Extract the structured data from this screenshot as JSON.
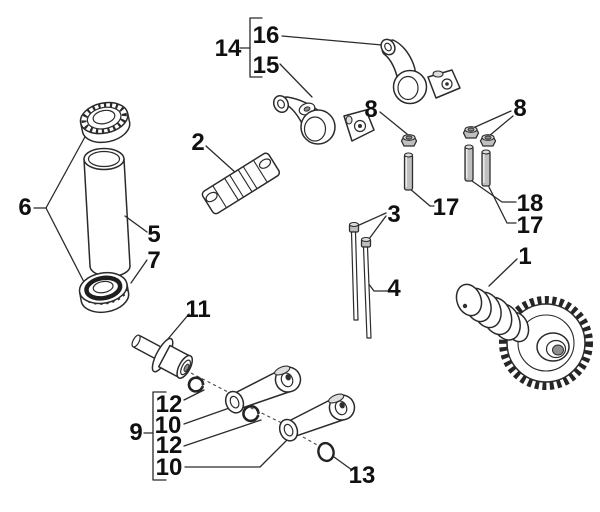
{
  "figure": {
    "type": "exploded-parts-diagram",
    "subject": "valvetrain components with camshaft gear, rocker arms, pushrods, studs and links",
    "background_color": "#ffffff",
    "line_color": "#2b2b2b",
    "metal_fill_color": "#bfbfbf",
    "label_color": "#101010",
    "part_numbers": [
      "1",
      "2",
      "3",
      "4",
      "5",
      "6",
      "7",
      "8",
      "9",
      "10",
      "11",
      "12",
      "13",
      "14",
      "15",
      "16",
      "17",
      "18"
    ]
  },
  "callouts": {
    "c1": "1",
    "c2": "2",
    "c3": "3",
    "c4": "4",
    "c5": "5",
    "c6": "6",
    "c7": "7",
    "c8a": "8",
    "c8b": "8",
    "c9": "9",
    "c10a": "10",
    "c10b": "10",
    "c11": "11",
    "c12a": "12",
    "c12b": "12",
    "c13": "13",
    "c14": "14",
    "c15": "15",
    "c16": "16",
    "c17a": "17",
    "c17b": "17",
    "c18": "18"
  }
}
